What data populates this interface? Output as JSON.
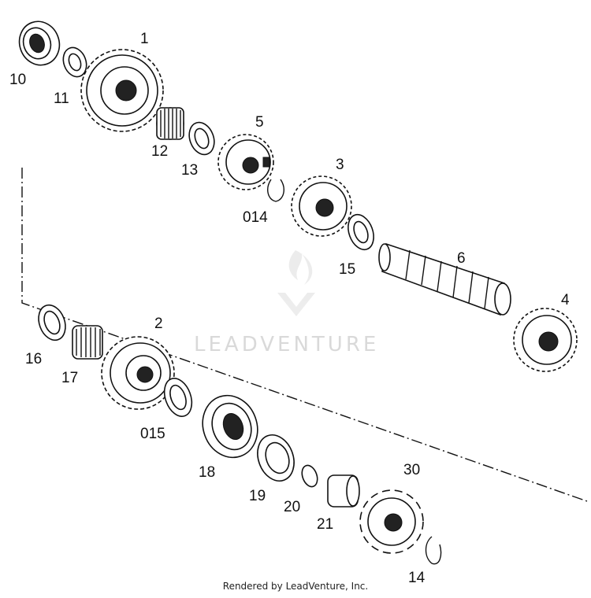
{
  "watermark": {
    "brand": "LEADVENTURE"
  },
  "footer": {
    "text": "Rendered by LeadVenture, Inc."
  },
  "parts": [
    {
      "id": "bearing-10",
      "label": "10"
    },
    {
      "id": "washer-11",
      "label": "11"
    },
    {
      "id": "gear-1",
      "label": "1"
    },
    {
      "id": "needle-bearing-12",
      "label": "12"
    },
    {
      "id": "washer-13",
      "label": "13"
    },
    {
      "id": "gear-5",
      "label": "5"
    },
    {
      "id": "circlip-014",
      "label": "014"
    },
    {
      "id": "gear-3",
      "label": "3"
    },
    {
      "id": "washer-15",
      "label": "15"
    },
    {
      "id": "shaft-6",
      "label": "6"
    },
    {
      "id": "gear-4",
      "label": "4"
    },
    {
      "id": "washer-16",
      "label": "16"
    },
    {
      "id": "needle-bearing-17",
      "label": "17"
    },
    {
      "id": "gear-2",
      "label": "2"
    },
    {
      "id": "washer-015",
      "label": "015"
    },
    {
      "id": "bearing-18",
      "label": "18"
    },
    {
      "id": "seal-19",
      "label": "19"
    },
    {
      "id": "o-ring-20",
      "label": "20"
    },
    {
      "id": "bushing-21",
      "label": "21"
    },
    {
      "id": "sprocket-30",
      "label": "30"
    },
    {
      "id": "circlip-14",
      "label": "14"
    }
  ]
}
